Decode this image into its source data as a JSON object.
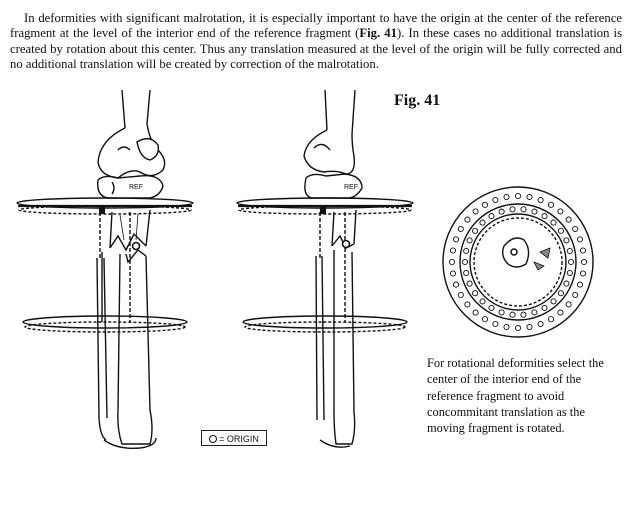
{
  "intro": {
    "before_bold": "In deformities with significant malrotation, it is especially important to have the origin at the center of the reference fragment at the level of the interior end of the reference fragment (",
    "bold": "Fig. 41",
    "after_bold": "). In these cases no additional translation is created by rotation about this center. Thus any translation measured at the level of the origin will be fully corrected and no additional translation will be created by correction of the malrotation."
  },
  "figure": {
    "title": "Fig. 41",
    "ref_label_left": "REF",
    "ref_label_right": "REF",
    "legend": "= ORIGIN"
  },
  "caption": "For rotational deformities select the center of the interior end of the reference fragment to avoid concommitant translation as the moving fragment is rotated."
}
